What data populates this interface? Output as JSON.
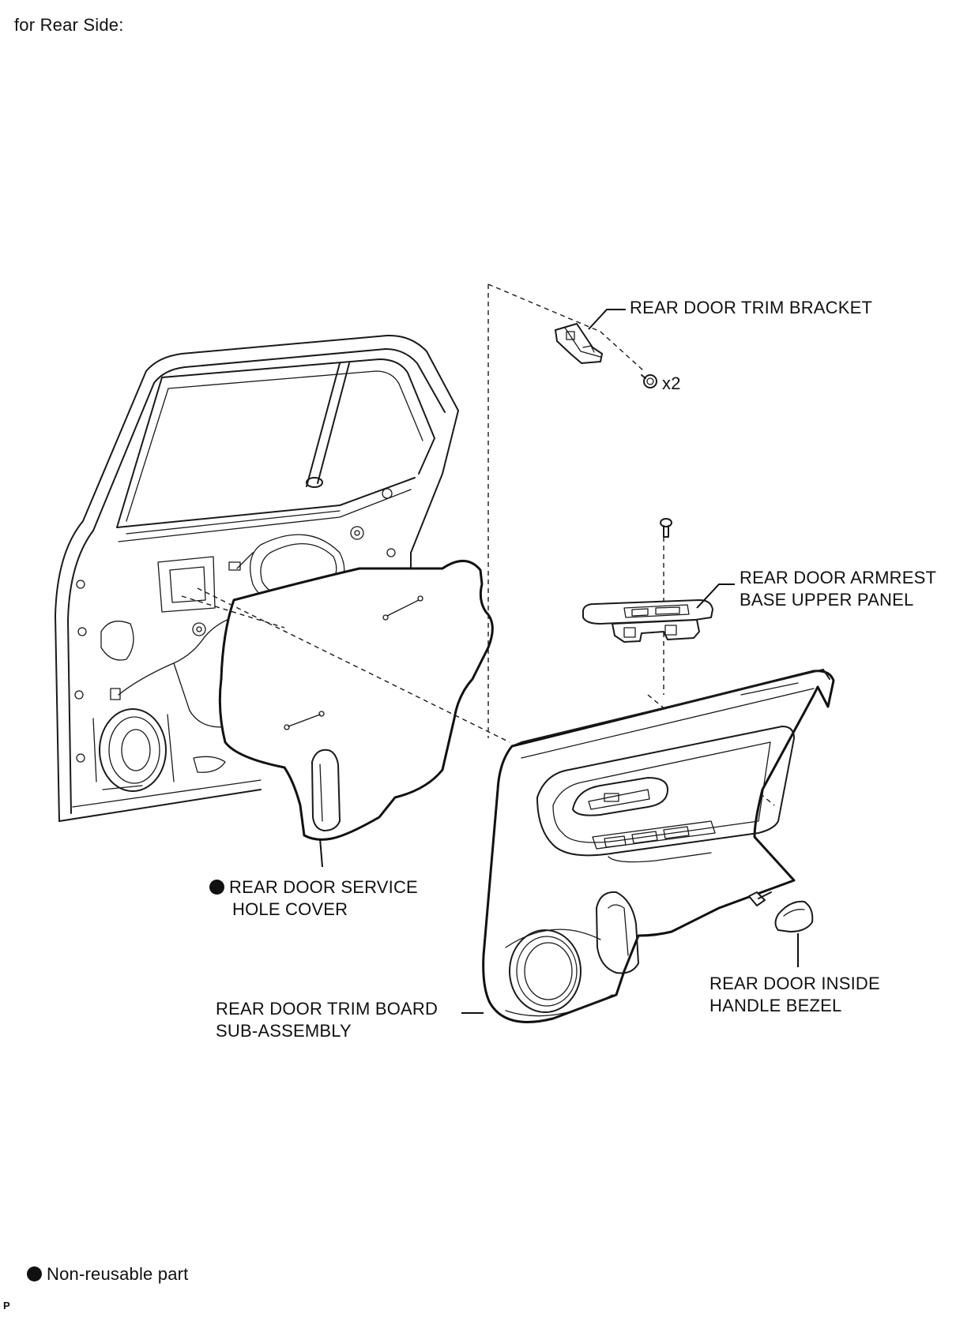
{
  "header": {
    "caption": "for Rear Side:"
  },
  "callouts": {
    "trim_bracket": "REAR DOOR TRIM BRACKET",
    "screw_qty": "x2",
    "armrest_line1": "REAR DOOR ARMREST",
    "armrest_line2": "BASE UPPER PANEL",
    "service_cover_line1": "REAR DOOR SERVICE",
    "service_cover_line2": "HOLE COVER",
    "trim_board_line1": "REAR DOOR TRIM BOARD",
    "trim_board_line2": "SUB-ASSEMBLY",
    "handle_bezel_line1": "REAR DOOR INSIDE",
    "handle_bezel_line2": "HANDLE BEZEL"
  },
  "legend": {
    "non_reusable": "Non-reusable part"
  },
  "footer": {
    "code": "P"
  }
}
